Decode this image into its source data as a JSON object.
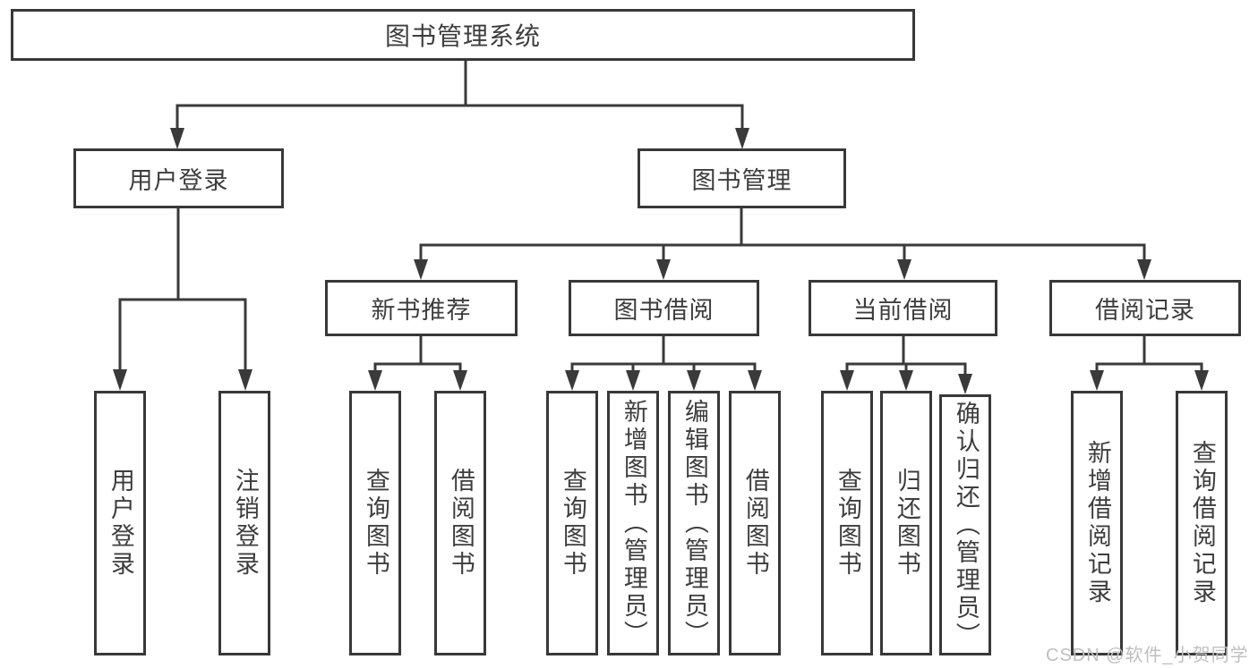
{
  "root": {
    "label": "图书管理系统"
  },
  "branches": {
    "user_login": {
      "label": "用户登录"
    },
    "book_management": {
      "label": "图书管理"
    }
  },
  "modules": {
    "new_book": {
      "label": "新书推荐"
    },
    "borrow": {
      "label": "图书借阅"
    },
    "current": {
      "label": "当前借阅"
    },
    "records": {
      "label": "借阅记录"
    }
  },
  "leaves": {
    "user_login": [
      "用户登录",
      "注销登录"
    ],
    "new_book": [
      "查询图书",
      "借阅图书"
    ],
    "borrow": [
      "查询图书",
      "新增图书（管理员）",
      "编辑图书（管理员）",
      "借阅图书"
    ],
    "current": [
      "查询图书",
      "归还图书",
      "确认归还（管理员）"
    ],
    "records": [
      "新增借阅记录",
      "查询借阅记录"
    ]
  },
  "watermark": {
    "text": "CSDN @软件_小贺同学"
  },
  "colors": {
    "line": "#3a3a3a",
    "box_border": "#383838",
    "text": "#3d3d3d",
    "background": "#ffffff",
    "watermark": "#bfbfbf"
  }
}
